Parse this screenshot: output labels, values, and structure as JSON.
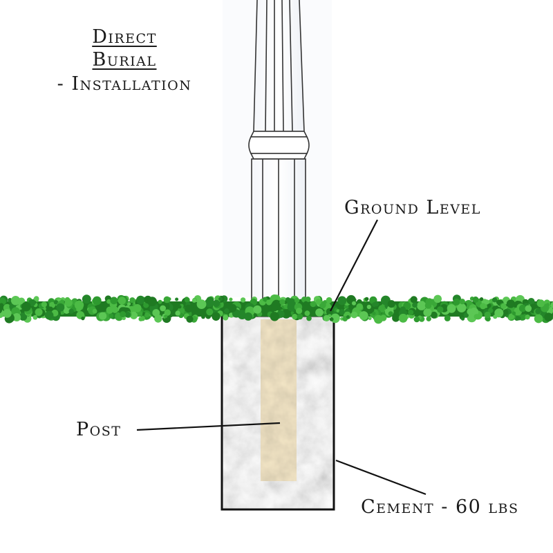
{
  "title": {
    "line1": "Direct",
    "line2": "Burial",
    "subtitle": "- Installation"
  },
  "labels": {
    "ground_level": "Ground Level",
    "post": "Post",
    "cement": "Cement - 60 lbs"
  },
  "colors": {
    "grass": "#3aa838",
    "grass_dark": "#1f7a22",
    "cement": "#b3b3b3",
    "cement_outline": "#111111",
    "post": "#cbb68a",
    "pole_outline": "#333333",
    "pole_fill": "#ffffff",
    "leader_line": "#111111"
  }
}
